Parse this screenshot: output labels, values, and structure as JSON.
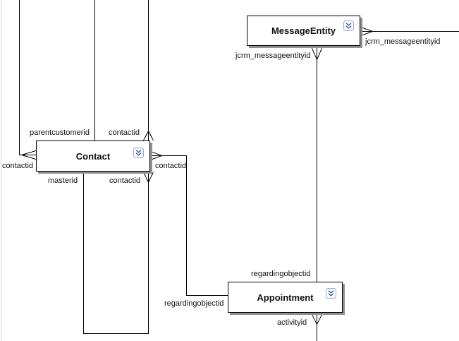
{
  "diagram": {
    "type": "database-relationship-diagram",
    "entities": [
      {
        "name": "MessageEntity"
      },
      {
        "name": "Contact"
      },
      {
        "name": "Appointment"
      }
    ],
    "connector_labels": {
      "me_right": "jcrm_messageentityid",
      "me_bottom": "jcrm_messageentityid",
      "contact_top_left": "parentcustomerid",
      "contact_top_right": "contactid",
      "contact_left": "contactid",
      "contact_bottom_left": "masterid",
      "contact_bottom_right": "contactid",
      "contact_right": "contactid",
      "appointment_top": "regardingobjectid",
      "appointment_left": "regardingobjectid",
      "appointment_bottom": "activityid"
    },
    "icons": {
      "entity_header_icon": "chevron-double-down-icon"
    },
    "colors": {
      "canvas": "#ffffff",
      "line": "#000000",
      "faint_edge_line": "#d9d9d9",
      "entity_fill": "#ffffff",
      "entity_border": "#000000",
      "entity_shadow": "#909090",
      "icon_border": "#9aa9c7",
      "icon_glyph": "#3f5e9e",
      "label_text": "#111111"
    }
  }
}
